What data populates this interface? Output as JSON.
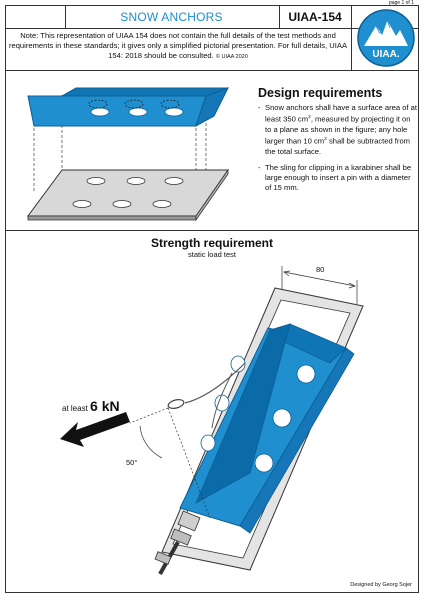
{
  "page": {
    "page_number": "page 1 of 1"
  },
  "header": {
    "title": "SNOW ANCHORS",
    "code": "UIAA-154",
    "logo_text": "UIAA."
  },
  "note": {
    "text": "Note: This representation of UIAA 154 does not contain the full details of the test methods and requirements in these standards; it gives only a simplified pictorial presentation. For full details, UIAA 154: 2018 should be consulted.",
    "copyright": "© UIAA 2020"
  },
  "design": {
    "title": "Design requirements",
    "items": [
      {
        "before": "Snow anchors shall have a surface area of at least 350 cm",
        "sup": "2",
        "after": ", measured by projecting it on to a plane as shown in the figure; any hole larger than 10 cm",
        "sup2": "2",
        "after2": " shall be subtracted from the total surface."
      },
      {
        "text": "The sling for clipping in a karabiner shall be large enough to insert a pin with a diameter of 15 mm."
      }
    ]
  },
  "strength": {
    "title": "Strength requirement",
    "subtitle": "static load test",
    "dimension": "80",
    "force_prefix": "at least ",
    "force_value": "6 kN",
    "angle": "50°"
  },
  "credit": "Designed by Georg Sojer",
  "colors": {
    "accent": "#1a8fd0",
    "plate_blue": "#1f8fd0",
    "grey_plate": "#d8d8d8"
  }
}
